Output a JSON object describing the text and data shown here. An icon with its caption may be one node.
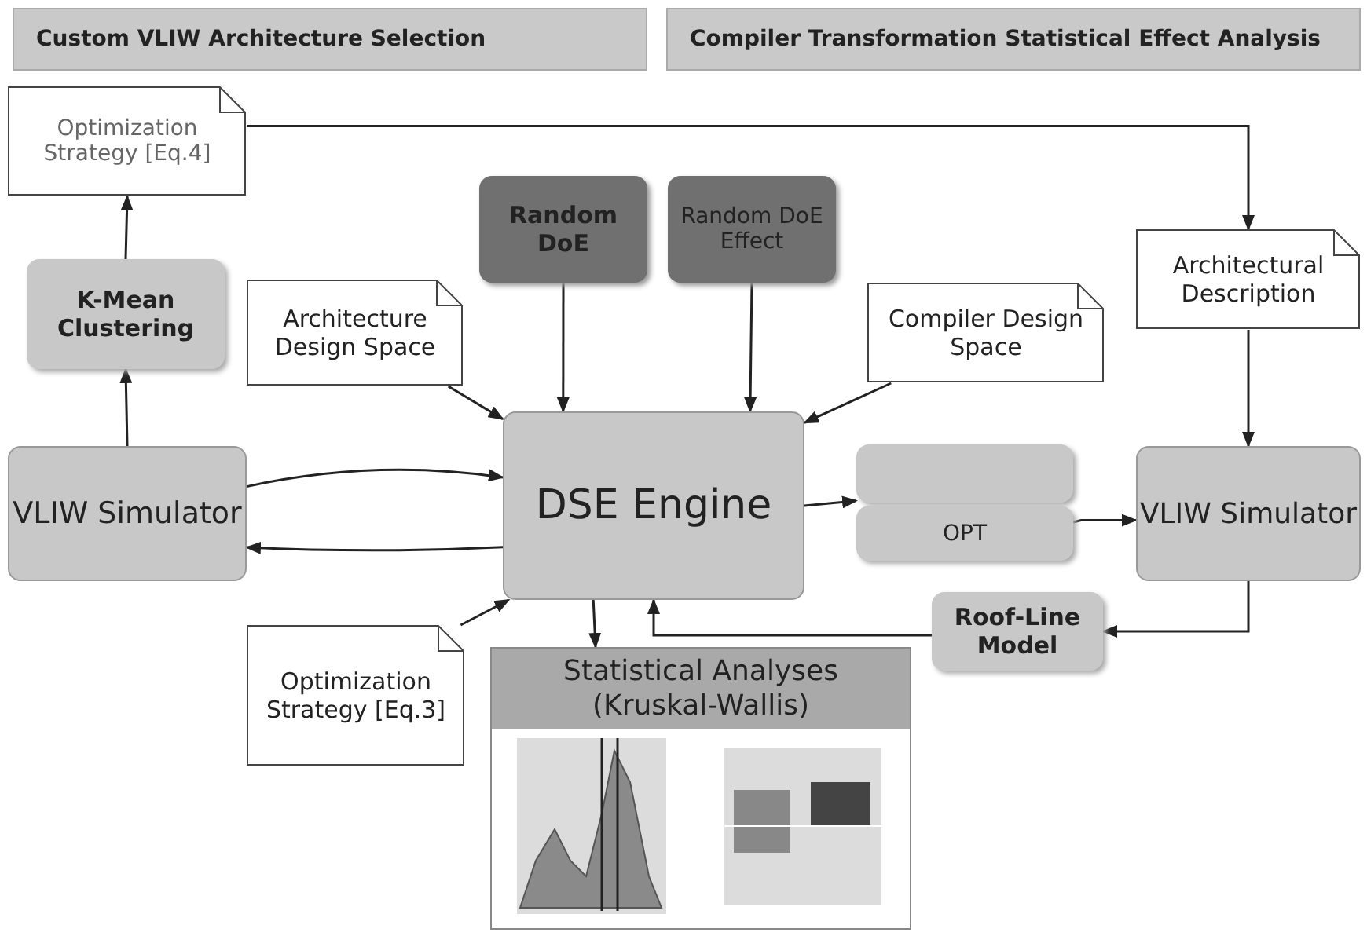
{
  "diagram": {
    "nodes": [
      {
        "text": [
          "Custom VLIW Architecture Selection"
        ]
      },
      {
        "text": [
          "Compiler Transformation Statistical Effect Analysis"
        ]
      },
      {
        "text": [
          "Optimization Strategy [Eq.4]"
        ]
      },
      {
        "text": [
          "K-Mean Clustering"
        ]
      },
      {
        "text": [
          "Architecture Design Space"
        ]
      },
      {
        "text": [
          "Random DoE"
        ]
      },
      {
        "text": [
          "Random DoE Effect"
        ]
      },
      {
        "text": [
          "Compiler Design Space"
        ]
      },
      {
        "text": [
          "Architectural Description"
        ]
      },
      {
        "text": [
          "VLIW Simulator"
        ]
      },
      {
        "text": [
          "DSE Engine"
        ]
      },
      {
        "text": [],
        "shape": "box"
      },
      {
        "text": [
          "OPT"
        ]
      },
      {
        "text": [
          "VLIW Simulator"
        ]
      },
      {
        "text": [
          "Optimization Strategy [Eq.3]"
        ]
      },
      {
        "text": [
          "Roof-Line Model"
        ]
      },
      {
        "text": [
          "Statistical Analyses (Kruskal-Wallis)"
        ]
      }
    ],
    "edges": [
      {
        "from": 9,
        "to": 3,
        "arrow": "to"
      },
      {
        "from": 3,
        "to": 2,
        "arrow": "to"
      },
      {
        "from": 2,
        "to": 8,
        "arrow": "to"
      },
      {
        "from": 4,
        "to": 10,
        "arrow": "to"
      },
      {
        "from": 5,
        "to": 10,
        "arrow": "to"
      },
      {
        "from": 6,
        "to": 10,
        "arrow": "to"
      },
      {
        "from": 7,
        "to": 10,
        "arrow": "to"
      },
      {
        "from": 9,
        "to": 10,
        "arrow": "to"
      },
      {
        "from": 10,
        "to": 9,
        "arrow": "to"
      },
      {
        "from": 10,
        "to": 11,
        "arrow": "to"
      },
      {
        "from": 12,
        "to": 13,
        "arrow": "to"
      },
      {
        "from": 8,
        "to": 13,
        "arrow": "to"
      },
      {
        "from": 13,
        "to": 15,
        "arrow": "to"
      },
      {
        "from": 15,
        "to": 10,
        "arrow": "to"
      },
      {
        "from": 14,
        "to": 10,
        "arrow": "to"
      },
      {
        "from": 10,
        "to": 16,
        "arrow": "to"
      }
    ]
  }
}
